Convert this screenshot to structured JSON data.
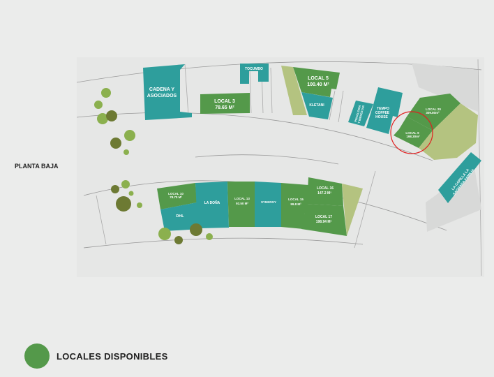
{
  "level_label": "PLANTA BAJA",
  "legend": {
    "label": "LOCALES DISPONIBLES",
    "color": "#54994a"
  },
  "colors": {
    "available": "#54994a",
    "occupied": "#2e9e9c",
    "garden": "#b4c380",
    "highlight": "#e02020"
  },
  "units": {
    "cadena": [
      "CADENA Y",
      "ASOCIADOS"
    ],
    "tocumbo": "TOCUMBO",
    "local3": [
      "LOCAL 3",
      "78.65 M²"
    ],
    "local5": [
      "LOCAL 5",
      "100.40 M²"
    ],
    "kletani": "KLETANI",
    "psicologia": [
      "PSICOLOGÍA",
      "Y BIENESTAR"
    ],
    "tempo": [
      "TEMPO",
      "COFFEE",
      "HOUSE"
    ],
    "local20": [
      "LOCAL 20",
      "309.80m²"
    ],
    "local9": [
      "LOCAL 9",
      "198.30m²"
    ],
    "capilla": [
      "LA CAPILLA LA",
      "SAGRADA FAMILIA"
    ],
    "local10": [
      "LOCAL 10",
      "78.70 M²"
    ],
    "dhl": "DHL",
    "ladona": "LA DOÑA",
    "local13": [
      "LOCAL 13",
      "93.50 M²"
    ],
    "synergy": "SYNERGY",
    "local15": [
      "LOCAL 15",
      "99.8 M²"
    ],
    "local16": [
      "LOCAL 16",
      "147.2 M²"
    ],
    "local17": [
      "LOCAL 17",
      "198.94 M²"
    ]
  }
}
